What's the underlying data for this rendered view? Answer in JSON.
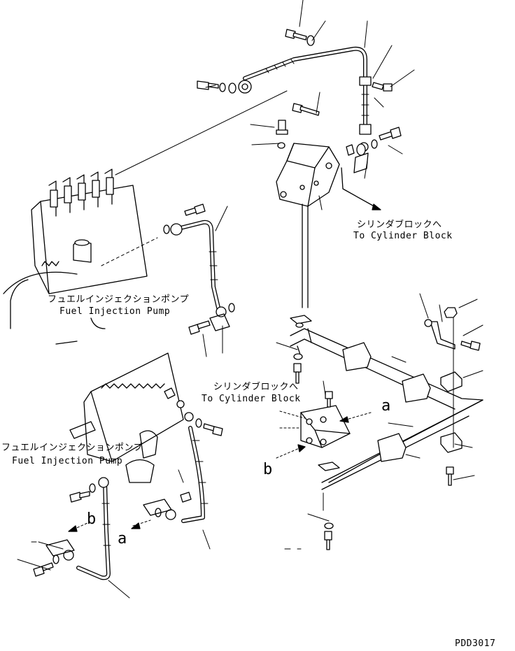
{
  "labels": {
    "cylinder_block_top_jp": "シリンダブロックへ",
    "cylinder_block_top_en": "To Cylinder Block",
    "fuel_pump_top_jp": "フュエルインジェクションポンプ",
    "fuel_pump_top_en": "Fuel Injection Pump",
    "cylinder_block_mid_jp": "シリンダブロックへ",
    "cylinder_block_mid_en": "To Cylinder Block",
    "fuel_pump_bottom_jp": "フュエルインジェクションポンプ",
    "fuel_pump_bottom_en": "Fuel Injection Pump",
    "view_a_right": "a",
    "view_b_right": "b",
    "view_a_left": "a",
    "view_b_left": "b"
  },
  "drawing_number": "PDD3017"
}
